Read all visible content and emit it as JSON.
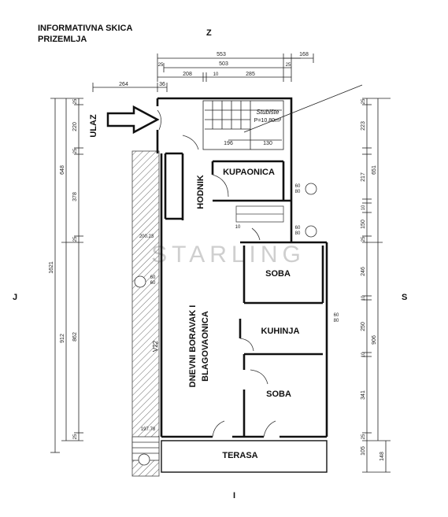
{
  "header": {
    "line1": "INFORMATIVNA SKICA",
    "line2": "PRIZEMLJA"
  },
  "compass": {
    "north": "Z",
    "south": "I",
    "west": "J",
    "east": "S"
  },
  "watermark": "STARLING",
  "rooms": {
    "ulaz": "ULAZ",
    "kupaonica": "KUPAONICA",
    "hodnik": "HODNIK",
    "soba_top": "SOBA",
    "kuhinja": "KUHINJA",
    "soba_bottom": "SOBA",
    "dnevni_line1": "DNEVNI BORAVAK I",
    "dnevni_line2": "BLAGOVAONICA",
    "terasa": "TERASA",
    "stubiste": "Stubište",
    "stubiste_area": "P=10.80m²",
    "v22": "V22"
  },
  "dims_top": {
    "d553": "553",
    "d168": "168",
    "d25a": "25",
    "d503": "503",
    "d25b": "25",
    "d208": "208",
    "d10": "10",
    "d285": "285",
    "d264": "264",
    "d36": "36"
  },
  "dims_left": {
    "d1621": "1621",
    "d648": "648",
    "d912": "912",
    "d25_1": "25",
    "d220": "220",
    "d25_2": "25",
    "d378": "378",
    "d25_3": "25",
    "d862": "862",
    "d25_4": "25"
  },
  "dims_right": {
    "d25_1": "25",
    "d223": "223",
    "d651": "651",
    "d217": "217",
    "d10_1": "10",
    "d25_2": "25",
    "d150": "150",
    "d246": "246",
    "d10_2": "10",
    "d906": "906",
    "d250": "250",
    "d10_3": "10",
    "d341": "341",
    "d25_3": "25",
    "d105": "105",
    "d148": "148"
  },
  "annotations": {
    "stairs_196": "196",
    "stairs_130": "130",
    "w_60_80_a": "60",
    "w_60_80_b": "80",
    "w_60_80_c": "60",
    "w_60_80_d": "80",
    "w10": "10",
    "w_6060_a": "60",
    "w_6060_b": "60",
    "level_top": "200.23",
    "level_bottom": "197.78",
    "w_6080_r1": "60",
    "w_6080_r2": "80"
  }
}
